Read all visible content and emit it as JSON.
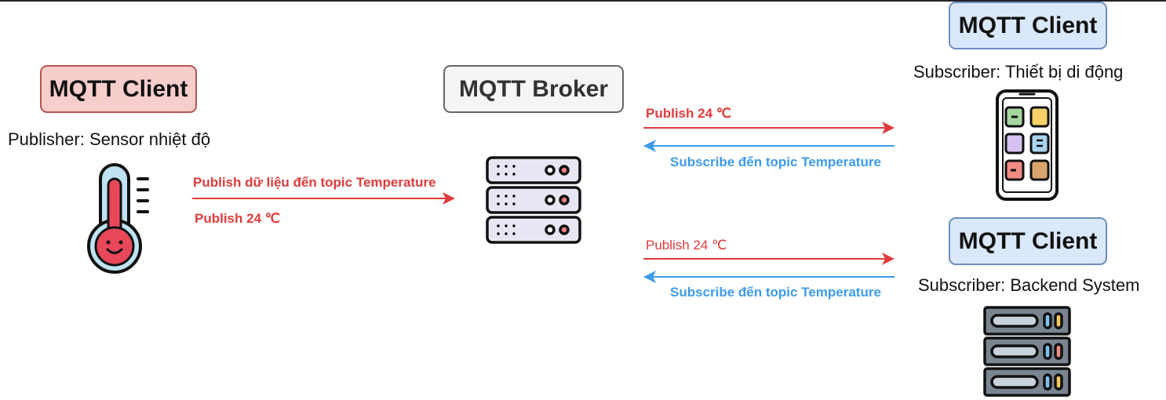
{
  "publisher": {
    "title": "MQTT Client",
    "caption": "Publisher: Sensor nhiệt độ"
  },
  "broker": {
    "title": "MQTT Broker"
  },
  "subscriber_mobile": {
    "title": "MQTT Client",
    "caption": "Subscriber: Thiết bị di động"
  },
  "subscriber_backend": {
    "title": "MQTT Client",
    "caption": "Subscriber: Backend System"
  },
  "edges": {
    "publisher_to_broker": {
      "label_top": "Publish dữ liệu đến topic Temperature",
      "label_bottom": "Publish 24 ℃"
    },
    "broker_to_mobile": {
      "publish_label": "Publish 24 ℃",
      "subscribe_label": "Subscribe đến topic Temperature"
    },
    "broker_to_backend": {
      "publish_label": "Publish 24 ℃",
      "subscribe_label": "Subscribe đến topic Temperature"
    }
  },
  "icons": {
    "sensor": "thermometer-icon",
    "broker": "server-rack-icon",
    "mobile": "smartphone-icon",
    "backend": "server-rack-icon"
  },
  "colors": {
    "publish_arrow": "#e03b3b",
    "subscribe_arrow": "#3d9be9",
    "publisher_fill": "#f8cecc",
    "broker_fill": "#f5f5f5",
    "subscriber_fill": "#dae8fc"
  }
}
